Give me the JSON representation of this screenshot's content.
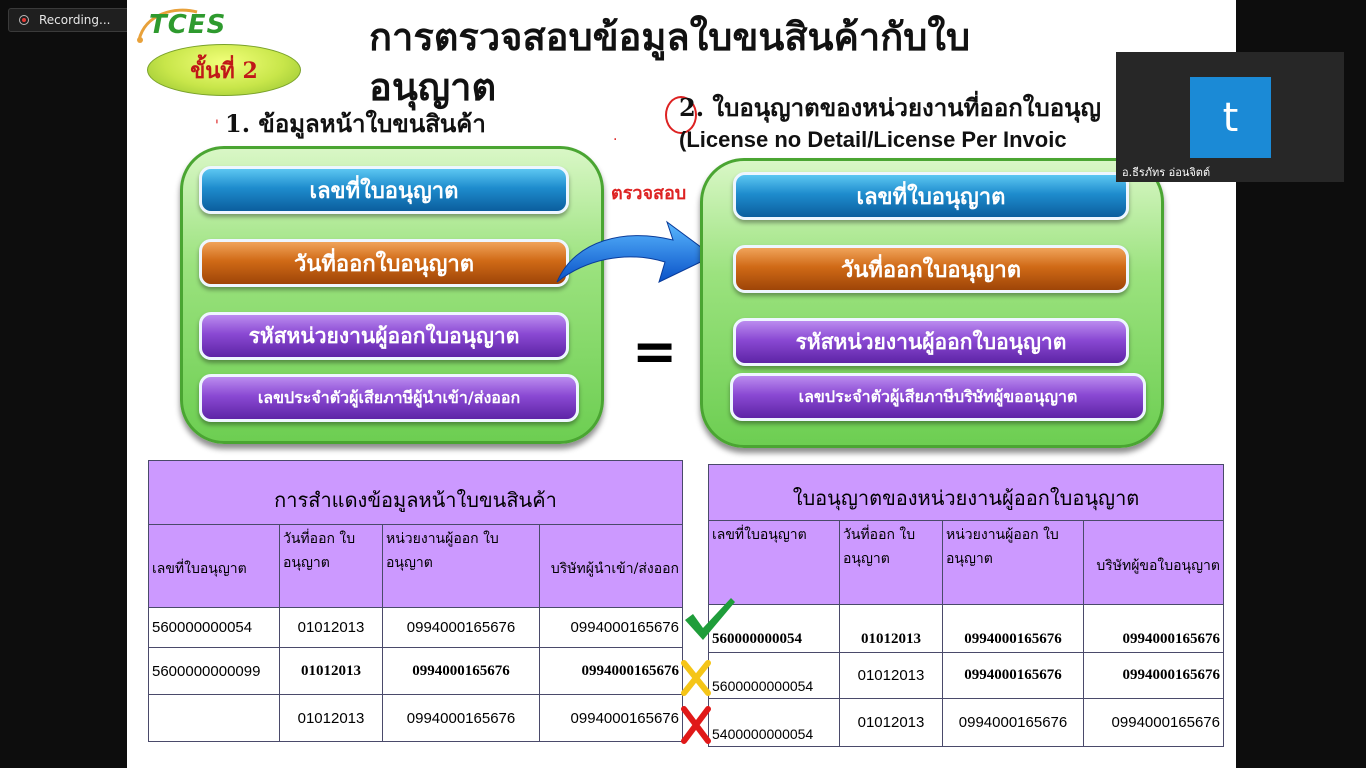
{
  "recording": {
    "label": "Recording..."
  },
  "video": {
    "initial": "t",
    "name": "อ.ธีรภัทร อ่อนจิตต์"
  },
  "slide": {
    "logo": {
      "text": "TCES"
    },
    "step": "ขั้นที่ 2",
    "title": "การตรวจสอบข้อมูลใบขนสินค้ากับใบอนุญาต",
    "left_heading": "1. ข้อมูลหน้าใบขนสินค้า",
    "right_heading": "2. ใบอนุญาตของหน่วยงานที่ออกใบอนุญ",
    "right_subheading": "(License no Detail/License Per Invoic",
    "check_label": "ตรวจสอบ",
    "equals": "=",
    "left_fields": [
      "เลขที่ใบอนุญาต",
      "วันที่ออกใบอนุญาต",
      "รหัสหน่วยงานผู้ออกใบอนุญาต",
      "เลขประจำตัวผู้เสียภาษีผู้นำเข้า/ส่งออก"
    ],
    "right_fields": [
      "เลขที่ใบอนุญาต",
      "วันที่ออกใบอนุญาต",
      "รหัสหน่วยงานผู้ออกใบอนุญาต",
      "เลขประจำตัวผู้เสียภาษีบริษัทผู้ขออนุญาต"
    ],
    "colors": {
      "green": "#6dce52",
      "blue": "#1e8ccd",
      "orange": "#d06a16",
      "purple": "#8a49d3",
      "table_header": "#cc99ff",
      "check": "#1f9d3a",
      "x_yellow": "#f5c518",
      "x_red": "#e01919"
    }
  },
  "left_table": {
    "title": "การสำแดงข้อมูลหน้าใบขนสินค้า",
    "columns": [
      "เลขที่ใบอนุญาต",
      "วันที่ออก ใบอนุญาต",
      "หน่วยงานผู้ออก ใบอนุญาต",
      "บริษัทผู้นำเข้า/ส่งออก"
    ],
    "rows": [
      [
        "560000000054",
        "01012013",
        "0994000165676",
        "0994000165676"
      ],
      [
        "5600000000099",
        "01012013",
        "0994000165676",
        "0994000165676"
      ],
      [
        "",
        "01012013",
        "0994000165676",
        "0994000165676"
      ]
    ]
  },
  "right_table": {
    "title": "ใบอนุญาตของหน่วยงานผู้ออกใบอนุญาต",
    "columns": [
      "เลขที่ใบอนุญาต",
      "วันที่ออก ใบอนุญาต",
      "หน่วยงานผู้ออก ใบอนุญาต",
      "บริษัทผู้ขอใบอนุญาต"
    ],
    "rows": [
      [
        "560000000054",
        "01012013",
        "0994000165676",
        "0994000165676"
      ],
      [
        "5600000000054",
        "01012013",
        "0994000165676",
        "0994000165676"
      ],
      [
        "5400000000054",
        "01012013",
        "0994000165676",
        "0994000165676"
      ]
    ]
  },
  "marks": [
    "check-icon",
    "x-icon-yellow",
    "x-icon-red"
  ]
}
